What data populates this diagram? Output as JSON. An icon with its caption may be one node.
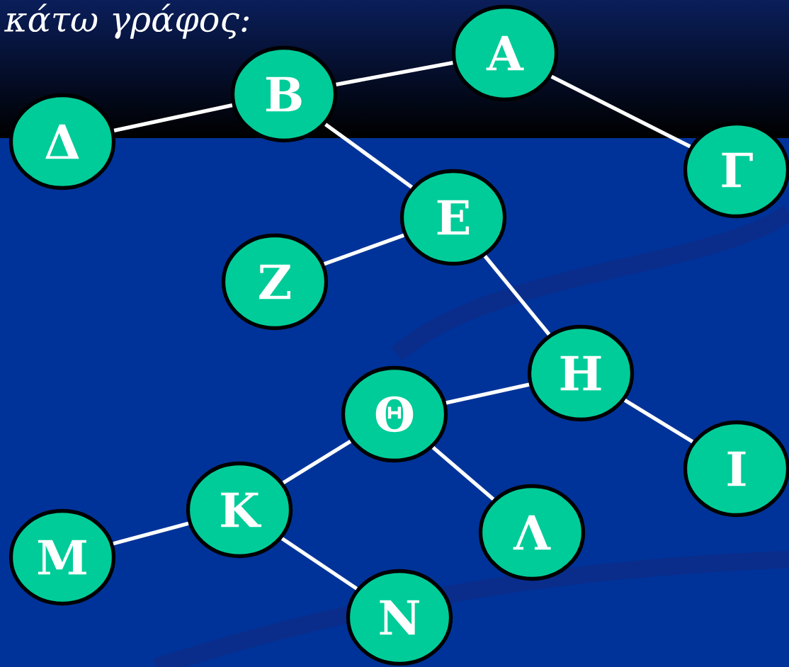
{
  "diagram": {
    "nodes": [
      {
        "text": [
          "Α"
        ]
      },
      {
        "text": [
          "Β"
        ]
      },
      {
        "text": [
          "Δ"
        ]
      },
      {
        "text": [
          "Γ"
        ]
      },
      {
        "text": [
          "Ε"
        ]
      },
      {
        "text": [
          "Ζ"
        ]
      },
      {
        "text": [
          "Η"
        ]
      },
      {
        "text": [
          "Θ"
        ]
      },
      {
        "text": [
          "Ι"
        ]
      },
      {
        "text": [
          "Κ"
        ]
      },
      {
        "text": [
          "Λ"
        ]
      },
      {
        "text": [
          "Μ"
        ]
      },
      {
        "text": [
          "Ν"
        ]
      }
    ],
    "edges": [
      {
        "from": 1,
        "to": 0,
        "arrow": "none"
      },
      {
        "from": 2,
        "to": 1,
        "arrow": "none"
      },
      {
        "from": 0,
        "to": 3,
        "arrow": "none"
      },
      {
        "from": 1,
        "to": 4,
        "arrow": "none"
      },
      {
        "from": 4,
        "to": 5,
        "arrow": "none"
      },
      {
        "from": 4,
        "to": 6,
        "arrow": "none"
      },
      {
        "from": 6,
        "to": 7,
        "arrow": "none"
      },
      {
        "from": 6,
        "to": 8,
        "arrow": "none"
      },
      {
        "from": 7,
        "to": 9,
        "arrow": "none"
      },
      {
        "from": 7,
        "to": 10,
        "arrow": "none"
      },
      {
        "from": 9,
        "to": 11,
        "arrow": "none"
      },
      {
        "from": 9,
        "to": 12,
        "arrow": "none"
      }
    ],
    "labels": [
      "κάτω γράφος:"
    ]
  }
}
